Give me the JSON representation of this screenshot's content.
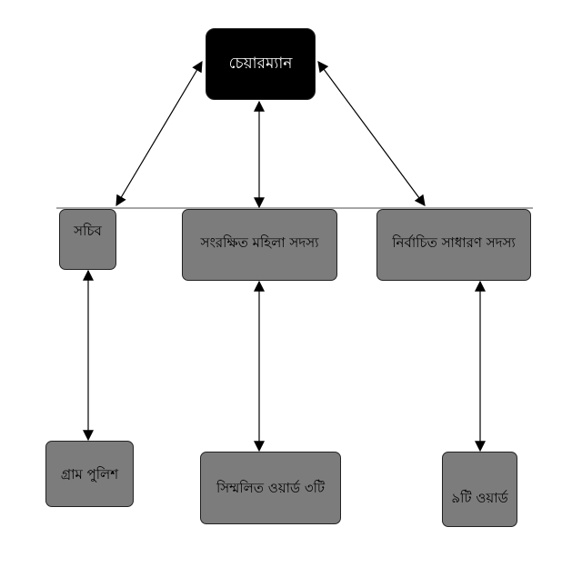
{
  "top": {
    "label": "চেয়ারম্যান"
  },
  "middle": [
    {
      "label": "সচিব"
    },
    {
      "label": "সংরক্ষিত মহিলা সদস্য"
    },
    {
      "label": "নির্বাচিত সাধারণ সদস্য"
    }
  ],
  "bottom": [
    {
      "label": "গ্রাম পুলিশ"
    },
    {
      "label": "সিম্মলিত ওয়ার্ড ৩টি"
    },
    {
      "label": "৯টি ওয়ার্ড"
    }
  ],
  "colors": {
    "box_fill": "#7c7c7c",
    "top_fill": "#000000",
    "line": "#000000",
    "divider": "#888888"
  }
}
